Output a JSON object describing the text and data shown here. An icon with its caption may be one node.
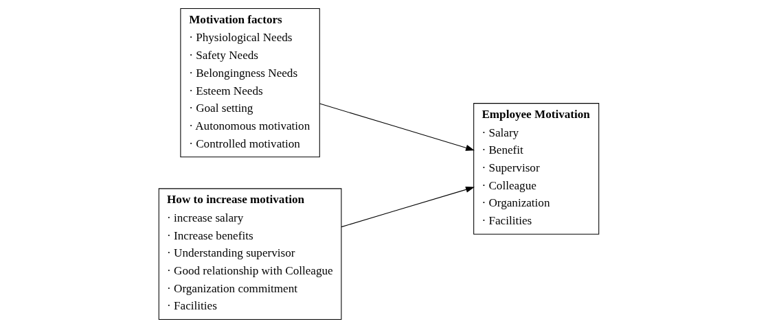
{
  "diagram": {
    "nodes": [
      {
        "text": [
          "Motivation factors",
          "· Physiological Needs",
          "· Safety Needs",
          "· Belongingness Needs",
          "· Esteem Needs",
          "· Goal setting",
          "· Autonomous motivation",
          "· Controlled motivation"
        ]
      },
      {
        "text": [
          "Employee Motivation",
          "· Salary",
          "· Benefit",
          "· Supervisor",
          "· Colleague",
          "· Organization",
          "· Facilities"
        ]
      },
      {
        "text": [
          "How to increase motivation",
          "· increase salary",
          "· Increase benefits",
          "· Understanding supervisor",
          "· Good relationship with Colleague",
          "· Organization commitment",
          "· Facilities"
        ]
      }
    ],
    "edges": [
      {
        "from": 0,
        "to": 1,
        "arrow": "to"
      },
      {
        "from": 2,
        "to": 1,
        "arrow": "to"
      }
    ]
  }
}
